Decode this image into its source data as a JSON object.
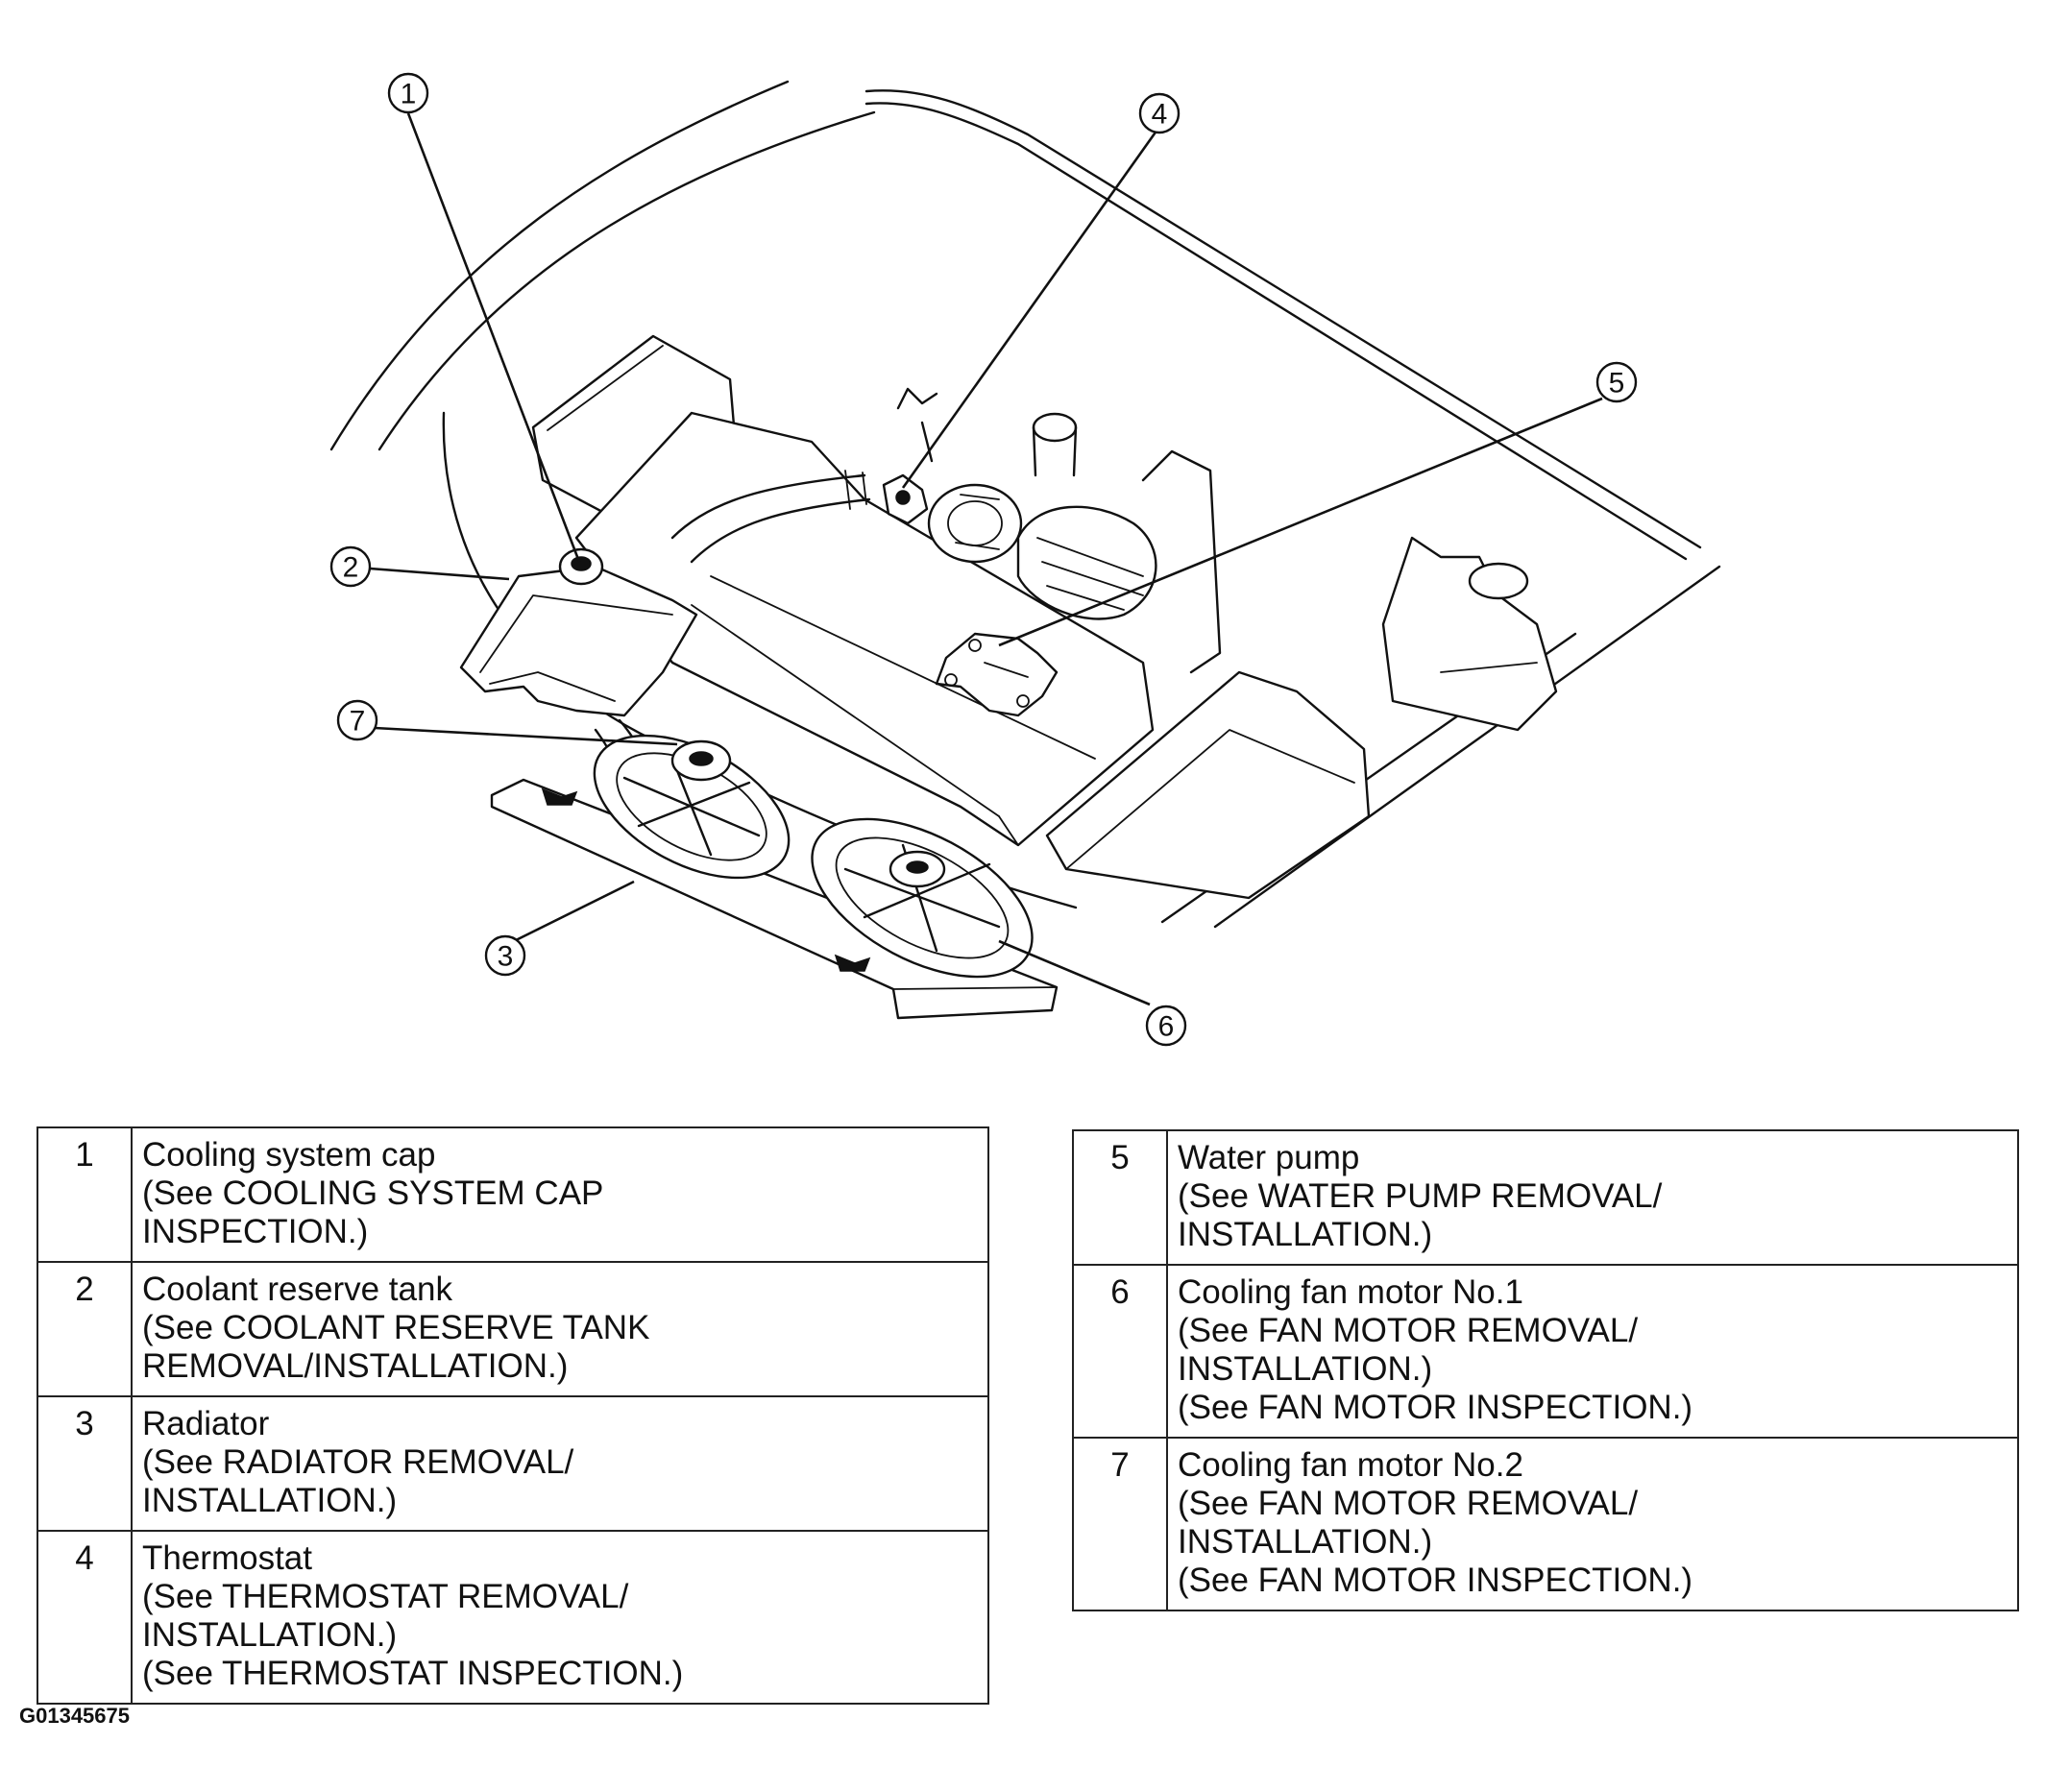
{
  "callouts": [
    "1",
    "2",
    "3",
    "4",
    "5",
    "6",
    "7"
  ],
  "table_left": [
    {
      "num": "1",
      "lines": [
        "Cooling system cap",
        "(See COOLING SYSTEM CAP",
        "INSPECTION.)"
      ]
    },
    {
      "num": "2",
      "lines": [
        "Coolant reserve tank",
        "(See COOLANT RESERVE TANK",
        "REMOVAL/INSTALLATION.)"
      ]
    },
    {
      "num": "3",
      "lines": [
        "Radiator",
        "(See RADIATOR REMOVAL/",
        "INSTALLATION.)"
      ]
    },
    {
      "num": "4",
      "lines": [
        "Thermostat",
        "(See THERMOSTAT REMOVAL/",
        "INSTALLATION.)",
        "(See THERMOSTAT INSPECTION.)"
      ]
    }
  ],
  "table_right": [
    {
      "num": "5",
      "lines": [
        "Water pump",
        "(See WATER PUMP REMOVAL/",
        "INSTALLATION.)"
      ]
    },
    {
      "num": "6",
      "lines": [
        "Cooling fan motor No.1",
        "(See FAN MOTOR REMOVAL/",
        "INSTALLATION.)",
        "(See FAN MOTOR INSPECTION.)"
      ]
    },
    {
      "num": "7",
      "lines": [
        "Cooling fan motor No.2",
        "(See FAN MOTOR REMOVAL/",
        "INSTALLATION.)",
        "(See FAN MOTOR INSPECTION.)"
      ]
    }
  ],
  "figure_id": "G01345675"
}
